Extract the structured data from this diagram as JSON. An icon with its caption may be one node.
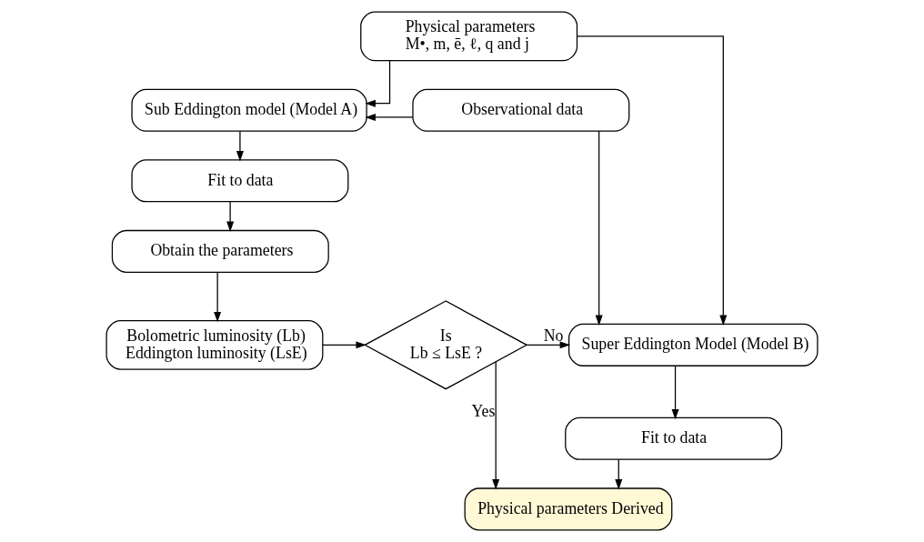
{
  "diagram": {
    "nodes": [
      {
        "text": [
          "Physical parameters",
          "M•, m, ē, ℓ, q and j"
        ]
      },
      {
        "text": [
          "Sub Eddington model (Model A)"
        ]
      },
      {
        "text": [
          "Observational data"
        ]
      },
      {
        "text": [
          "Fit to data"
        ]
      },
      {
        "text": [
          "Obtain the parameters"
        ]
      },
      {
        "text": [
          "Bolometric luminosity (Lb)",
          "Eddington luminosity (LsE)"
        ]
      },
      {
        "text": [
          "Is",
          "Lb ≤ LsE ?"
        ]
      },
      {
        "text": [
          "Super Eddington Model (Model B)"
        ]
      },
      {
        "text": [
          "Fit to data"
        ]
      },
      {
        "text": [
          "Physical parameters Derived"
        ]
      }
    ],
    "edges": [
      {
        "from": 0,
        "to": 1,
        "arrow": "to"
      },
      {
        "from": 0,
        "to": 7,
        "arrow": "to"
      },
      {
        "from": 2,
        "to": 1,
        "arrow": "to"
      },
      {
        "from": 2,
        "to": 7,
        "arrow": "to"
      },
      {
        "from": 1,
        "to": 3,
        "arrow": "to"
      },
      {
        "from": 3,
        "to": 4,
        "arrow": "to"
      },
      {
        "from": 4,
        "to": 5,
        "arrow": "to"
      },
      {
        "from": 5,
        "to": 6,
        "arrow": "to"
      },
      {
        "from": 6,
        "to": 7,
        "arrow": "to",
        "label": "No"
      },
      {
        "from": 6,
        "to": 9,
        "arrow": "to",
        "label": "Yes"
      },
      {
        "from": 7,
        "to": 8,
        "arrow": "to"
      },
      {
        "from": 8,
        "to": 9,
        "arrow": "to"
      }
    ]
  }
}
